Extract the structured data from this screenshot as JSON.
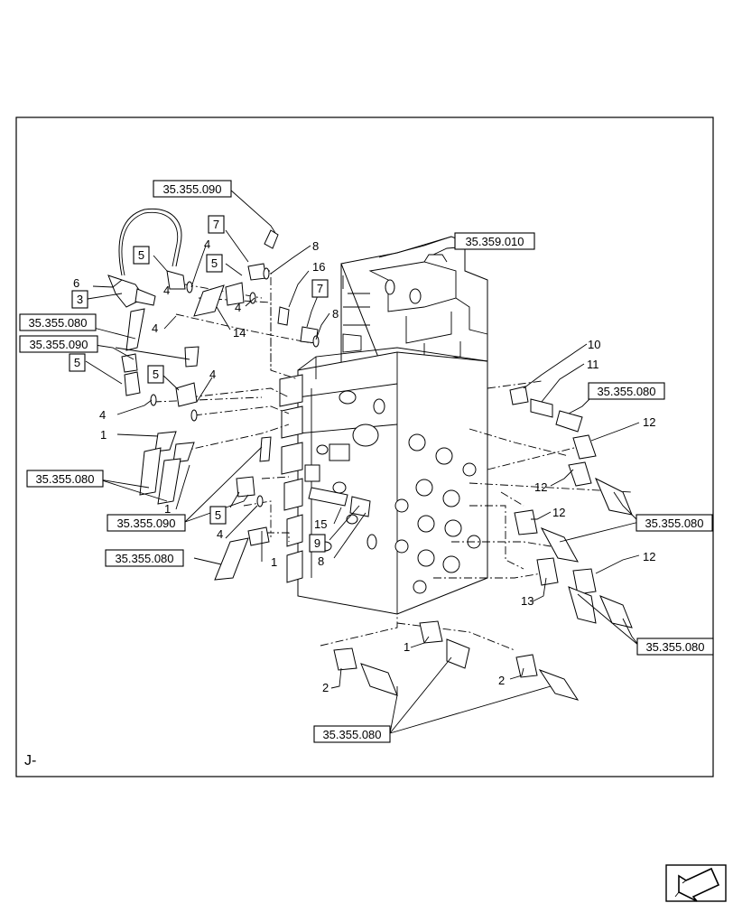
{
  "view_label": "J-",
  "refs": {
    "r_359_010": "35.359.010",
    "r_090_top": "35.355.090",
    "r_080_left1": "35.355.080",
    "r_090_left": "35.355.090",
    "r_080_left2": "35.355.080",
    "r_090_mid": "35.355.090",
    "r_080_left3": "35.355.080",
    "r_080_right1": "35.355.080",
    "r_080_right2": "35.355.080",
    "r_080_right3": "35.355.080",
    "r_080_bottom": "35.355.080"
  },
  "boxed": {
    "b7a": "7",
    "b5a": "5",
    "b5b": "5",
    "b3": "3",
    "b7b": "7",
    "b5c": "5",
    "b5d": "5",
    "b5e": "5",
    "b9": "9"
  },
  "callouts": {
    "c4a": "4",
    "c8a": "8",
    "c16": "16",
    "c6": "6",
    "c4b": "4",
    "c4c": "4",
    "c8b": "8",
    "c14": "14",
    "c4d": "4",
    "c4e": "4",
    "c1a": "1",
    "c1b": "1",
    "c15": "15",
    "c8c": "8",
    "c4f": "4",
    "c1c": "1",
    "c10": "10",
    "c11": "11",
    "c12a": "12",
    "c12b": "12",
    "c12c": "12",
    "c12d": "12",
    "c13": "13",
    "c1d": "1",
    "c2a": "2",
    "c2b": "2"
  },
  "nav": {
    "icon": "next-page-arrow-icon"
  }
}
